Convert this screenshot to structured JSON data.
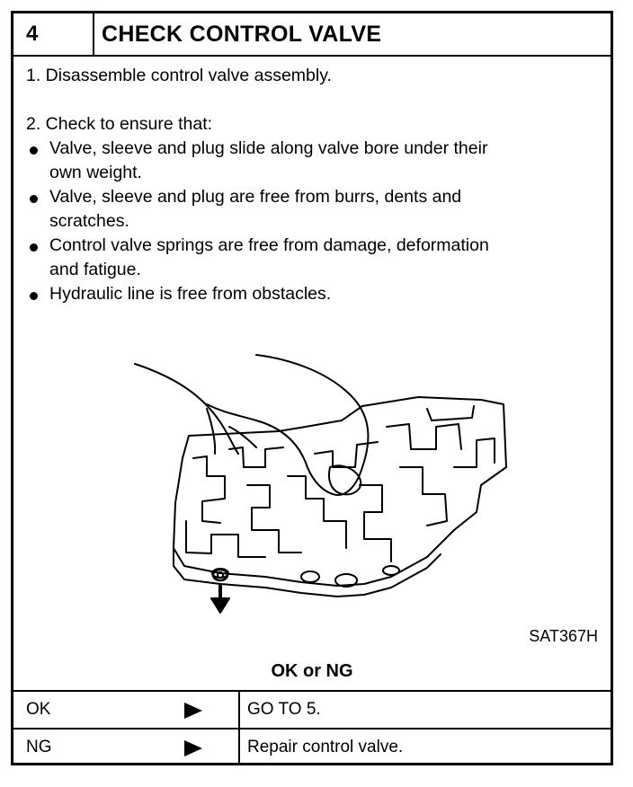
{
  "step": {
    "number": "4",
    "title": "CHECK CONTROL VALVE"
  },
  "instructions": {
    "step1": "1.  Disassemble control valve assembly.",
    "step2": "2.  Check to ensure that:",
    "bullets": [
      [
        "Valve, sleeve and plug slide along valve bore under their",
        "own weight."
      ],
      [
        "Valve, sleeve and plug are free from burrs, dents and",
        "scratches."
      ],
      [
        "Control valve springs are free from damage, deformation",
        "and fatigue."
      ],
      [
        "Hydraulic line is free from obstacles."
      ]
    ]
  },
  "figure": {
    "id": "SAT367H"
  },
  "result": {
    "label": "OK or NG",
    "rows": [
      {
        "condition": "OK",
        "arrow_icon": "right-triangle-arrow",
        "action": "GO TO 5."
      },
      {
        "condition": "NG",
        "arrow_icon": "right-triangle-arrow",
        "action": "Repair control valve."
      }
    ]
  }
}
